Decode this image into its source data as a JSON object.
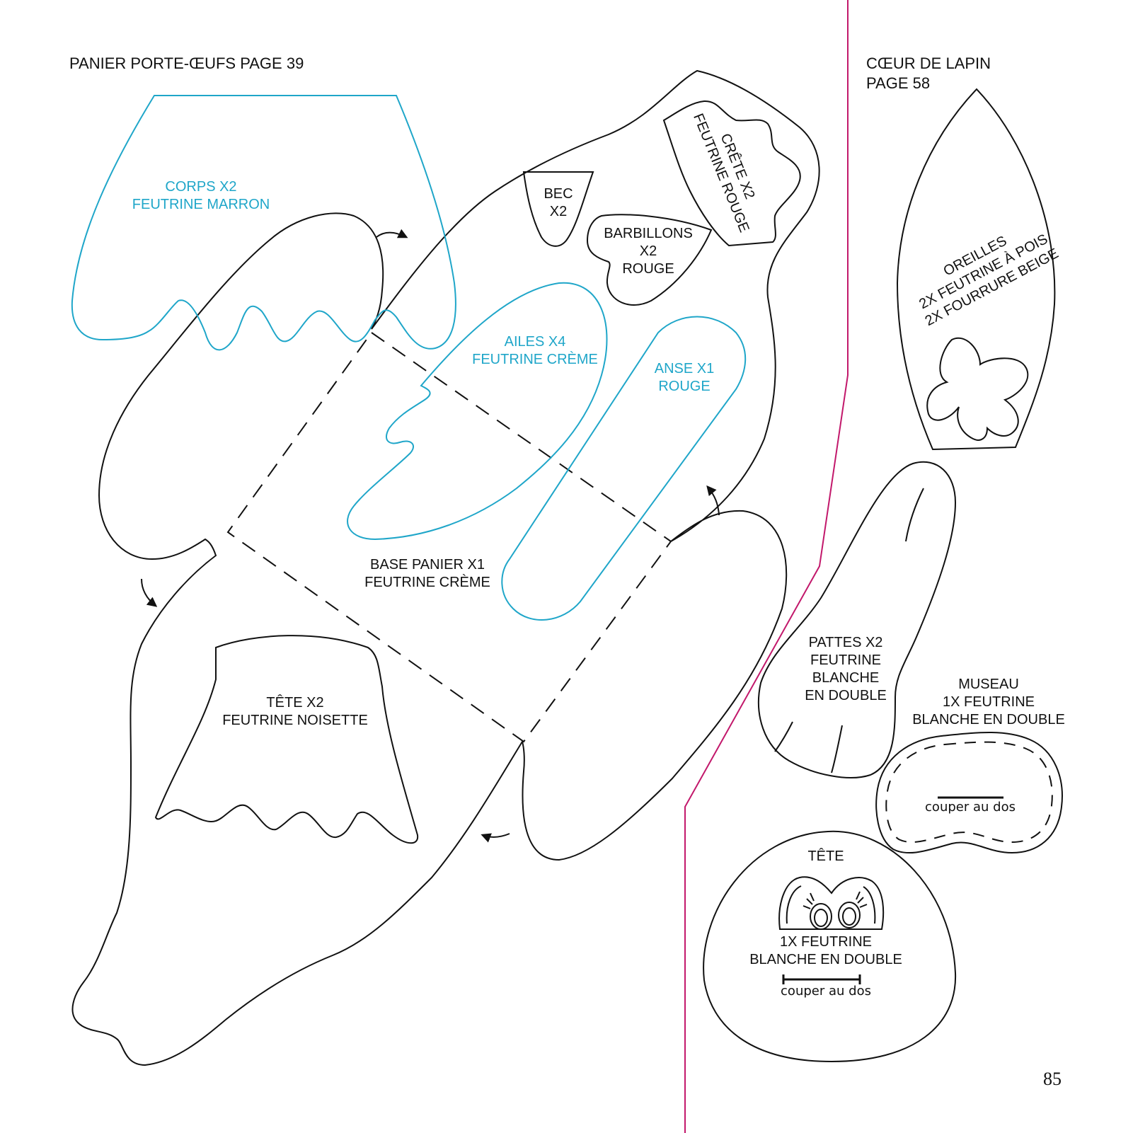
{
  "page": {
    "number": "85",
    "colors": {
      "ink": "#111111",
      "accent_blue": "#1fa6c9",
      "divider": "#c2186b"
    }
  },
  "left_section": {
    "title": "PANIER PORTE-ŒUFS PAGE 39",
    "pieces": {
      "corps": [
        "CORPS X2",
        "FEUTRINE MARRON"
      ],
      "bec": [
        "BEC",
        "X2"
      ],
      "barbillons": [
        "BARBILLONS",
        "X2",
        "ROUGE"
      ],
      "crete": [
        "CRÊTE X2",
        "FEUTRINE ROUGE"
      ],
      "ailes": [
        "AILES X4",
        "FEUTRINE CRÈME"
      ],
      "anse": [
        "ANSE X1",
        "ROUGE"
      ],
      "base": [
        "BASE PANIER X1",
        "FEUTRINE CRÈME"
      ],
      "tete": [
        "TÊTE X2",
        "FEUTRINE NOISETTE"
      ]
    }
  },
  "right_section": {
    "title_line1": "CŒUR DE LAPIN",
    "title_line2": "PAGE 58",
    "pieces": {
      "oreilles": [
        "OREILLES",
        "2X FEUTRINE À POIS",
        "2X FOURRURE BEIGE"
      ],
      "pattes": [
        "PATTES X2",
        "FEUTRINE",
        "BLANCHE",
        "EN DOUBLE"
      ],
      "museau": [
        "MUSEAU",
        "1X FEUTRINE",
        "BLANCHE EN DOUBLE"
      ],
      "museau_note": "couper au dos",
      "tete_title": "TÊTE",
      "tete": [
        "1X FEUTRINE",
        "BLANCHE EN DOUBLE"
      ],
      "tete_note": "couper au dos"
    }
  }
}
